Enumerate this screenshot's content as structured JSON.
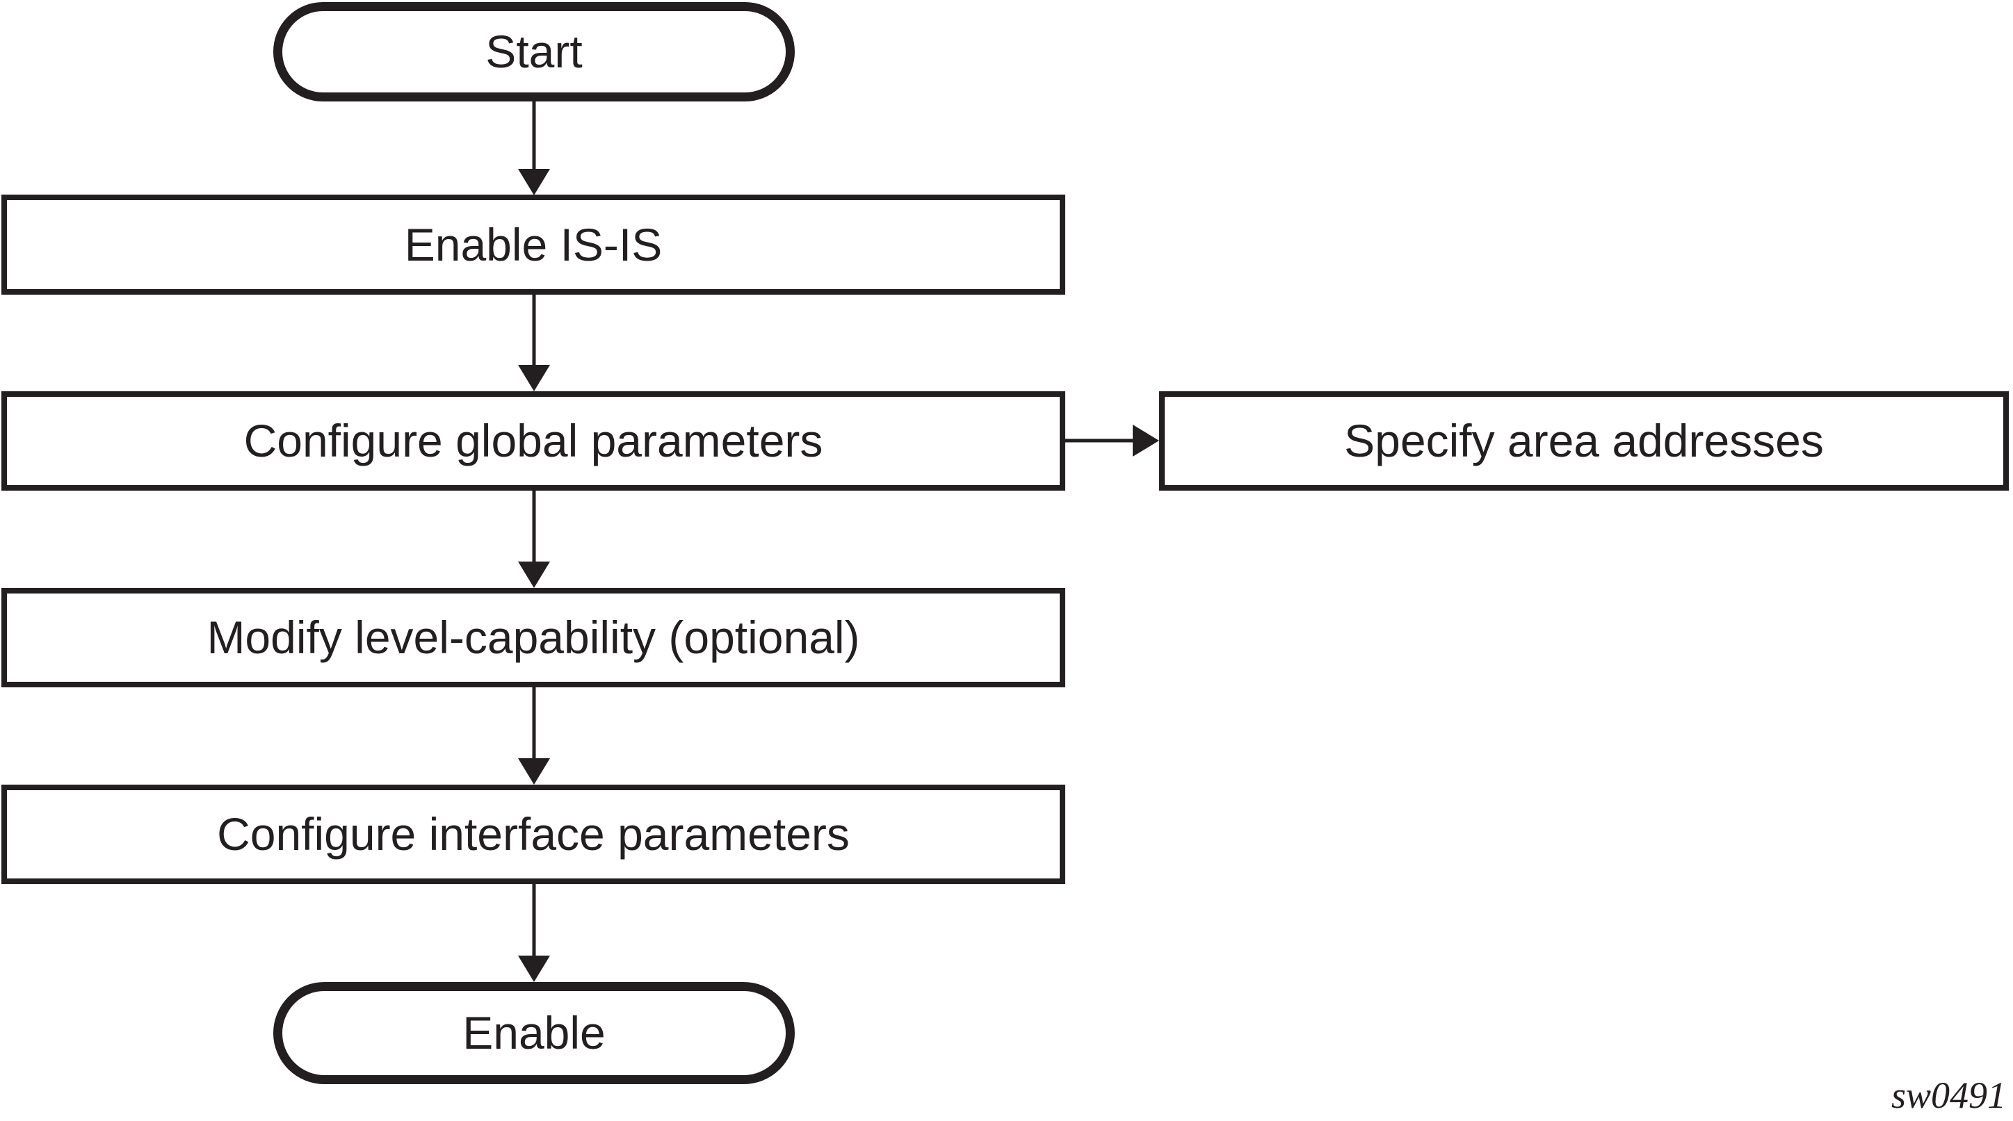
{
  "figure": {
    "type": "flowchart",
    "watermark": "sw0491",
    "colors": {
      "stroke": "#231f20",
      "background": "#ffffff",
      "node_fill": "#ffffff"
    },
    "nodes": [
      {
        "id": "start",
        "shape": "terminal",
        "label": "Start"
      },
      {
        "id": "enable-isis",
        "shape": "process",
        "label": "Enable IS-IS"
      },
      {
        "id": "configure-global-parameters",
        "shape": "process",
        "label": "Configure global parameters"
      },
      {
        "id": "specify-area-addresses",
        "shape": "process",
        "label": "Specify area addresses"
      },
      {
        "id": "modify-level-capability",
        "shape": "process",
        "label": "Modify level-capability (optional)"
      },
      {
        "id": "configure-interface-parameters",
        "shape": "process",
        "label": "Configure interface parameters"
      },
      {
        "id": "enable",
        "shape": "terminal",
        "label": "Enable"
      }
    ],
    "edges": [
      {
        "from": "start",
        "to": "enable-isis",
        "direction": "down"
      },
      {
        "from": "enable-isis",
        "to": "configure-global-parameters",
        "direction": "down"
      },
      {
        "from": "configure-global-parameters",
        "to": "specify-area-addresses",
        "direction": "right"
      },
      {
        "from": "configure-global-parameters",
        "to": "modify-level-capability",
        "direction": "down"
      },
      {
        "from": "modify-level-capability",
        "to": "configure-interface-parameters",
        "direction": "down"
      },
      {
        "from": "configure-interface-parameters",
        "to": "enable",
        "direction": "down"
      }
    ]
  }
}
